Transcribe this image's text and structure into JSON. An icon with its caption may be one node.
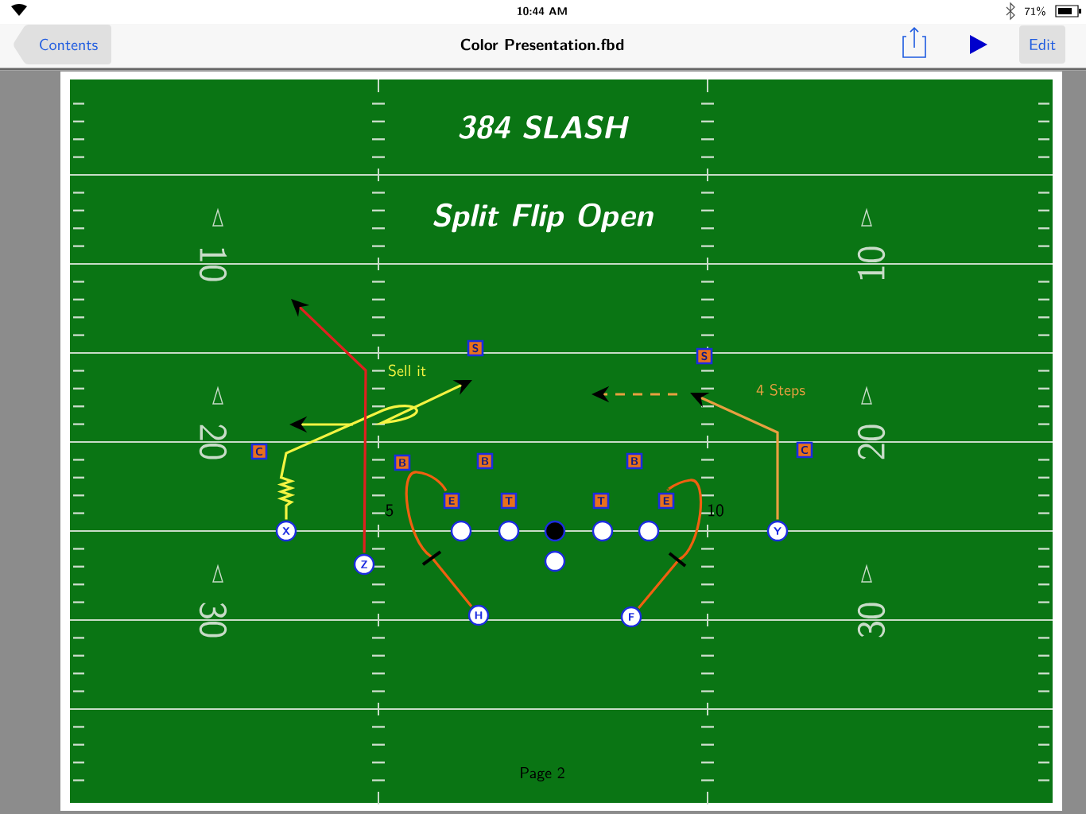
{
  "diagram": {
    "title": "384 SLASH",
    "nodes": [
      {
        "text": [
          "S"
        ]
      },
      {
        "text": [
          "S"
        ]
      },
      {
        "text": [
          "C"
        ]
      },
      {
        "text": [
          "C"
        ]
      },
      {
        "text": [
          "B"
        ]
      },
      {
        "text": [
          "B"
        ]
      },
      {
        "text": [
          "B"
        ]
      },
      {
        "text": [
          "E"
        ]
      },
      {
        "text": [
          "T"
        ]
      },
      {
        "text": [
          "T"
        ]
      },
      {
        "text": [
          "E"
        ]
      },
      {
        "text": [
          "X"
        ]
      },
      {
        "text": [],
        "shape": "circle"
      },
      {
        "text": [],
        "shape": "circle"
      },
      {
        "text": [],
        "shape": "circle"
      },
      {
        "text": [],
        "shape": "circle"
      },
      {
        "text": [],
        "shape": "circle"
      },
      {
        "text": [
          "Y"
        ]
      },
      {
        "text": [
          "Z"
        ]
      },
      {
        "text": [],
        "shape": "circle"
      },
      {
        "text": [
          "H"
        ]
      },
      {
        "text": [
          "F"
        ]
      }
    ],
    "edges": [
      {
        "from": 11,
        "to": null,
        "arrow": "to",
        "label": "Sell it",
        "color": "#f4f442"
      },
      {
        "from": 18,
        "to": null,
        "arrow": "to",
        "color": "#e02020"
      },
      {
        "from": 20,
        "to": 7,
        "arrow": "none",
        "color": "#f06010"
      },
      {
        "from": 21,
        "to": 10,
        "arrow": "none",
        "color": "#f06010"
      },
      {
        "from": 17,
        "to": null,
        "arrow": "to",
        "label": "4 Steps",
        "color": "#e8a040"
      }
    ],
    "labels": [
      "10:44 AM",
      "71%",
      "Contents",
      "Color Presentation.fbd",
      "Edit",
      "Split Flip Open",
      "10",
      "10",
      "20",
      "20",
      "5",
      "10",
      "30",
      "30",
      "Page 2"
    ]
  }
}
